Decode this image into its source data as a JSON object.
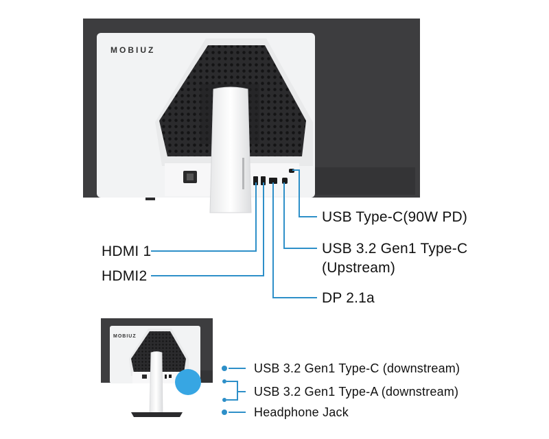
{
  "brand": {
    "logo_text": "MOBIUZ",
    "logo_text_small": "MOBIUZ"
  },
  "colors": {
    "monitor_frame": "#3d3d3f",
    "monitor_back": "#f2f3f4",
    "grille": "#2b2b2d",
    "callout_line": "#2d8fc8",
    "text": "#111111",
    "highlight": "#37a6e3"
  },
  "top_callouts": {
    "usb_c_pd": "USB Type-C(90W PD)",
    "usb_c_up_line1": "USB 3.2 Gen1 Type-C",
    "usb_c_up_line2": "(Upstream)",
    "dp": "DP 2.1a",
    "hdmi1": "HDMI 1",
    "hdmi2": "HDMI2"
  },
  "bottom_callouts": {
    "usb_c_down": "USB 3.2 Gen1 Type-C (downstream)",
    "usb_a_down": "USB 3.2 Gen1 Type-A (downstream)",
    "headphone": "Headphone Jack"
  }
}
